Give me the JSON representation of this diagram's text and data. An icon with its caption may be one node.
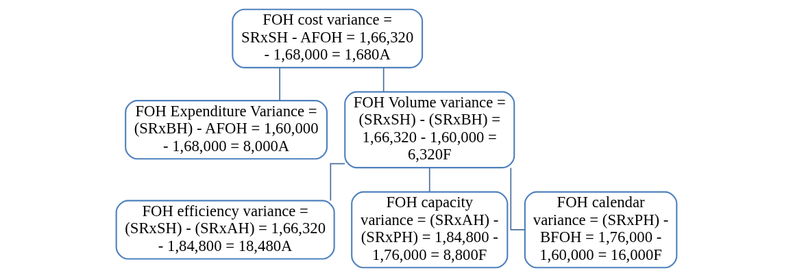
{
  "diagram": {
    "nodes": [
      {
        "text": [
          "FOH cost variance = SRxSH - AFOH = 1,66,320 - 1,68,000 = 1,680A"
        ]
      },
      {
        "text": [
          "FOH Expenditure Variance = (SRxBH) - AFOH = 1,60,000 - 1,68,000 = 8,000A"
        ]
      },
      {
        "text": [
          "FOH Volume variance = (SRxSH) - (SRxBH) = 1,66,320 - 1,60,000 = 6,320F"
        ]
      },
      {
        "text": [
          "FOH efficiency variance = (SRxSH) - (SRxAH) = 1,66,320 - 1,84,800 = 18,480A"
        ]
      },
      {
        "text": [
          "FOH capacity variance = (SRxAH) - (SRxPH) = 1,84,800 - 1,76,000 = 8,800F"
        ]
      },
      {
        "text": [
          "FOH calendar variance = (SRxPH) - BFOH = 1,76,000 - 1,60,000 = 16,000F"
        ]
      }
    ],
    "edges": [
      {
        "from": 0,
        "to": 1,
        "arrow": "none"
      },
      {
        "from": 0,
        "to": 2,
        "arrow": "none"
      },
      {
        "from": 2,
        "to": 3,
        "arrow": "none"
      },
      {
        "from": 2,
        "to": 4,
        "arrow": "none"
      },
      {
        "from": 2,
        "to": 5,
        "arrow": "none"
      }
    ]
  }
}
